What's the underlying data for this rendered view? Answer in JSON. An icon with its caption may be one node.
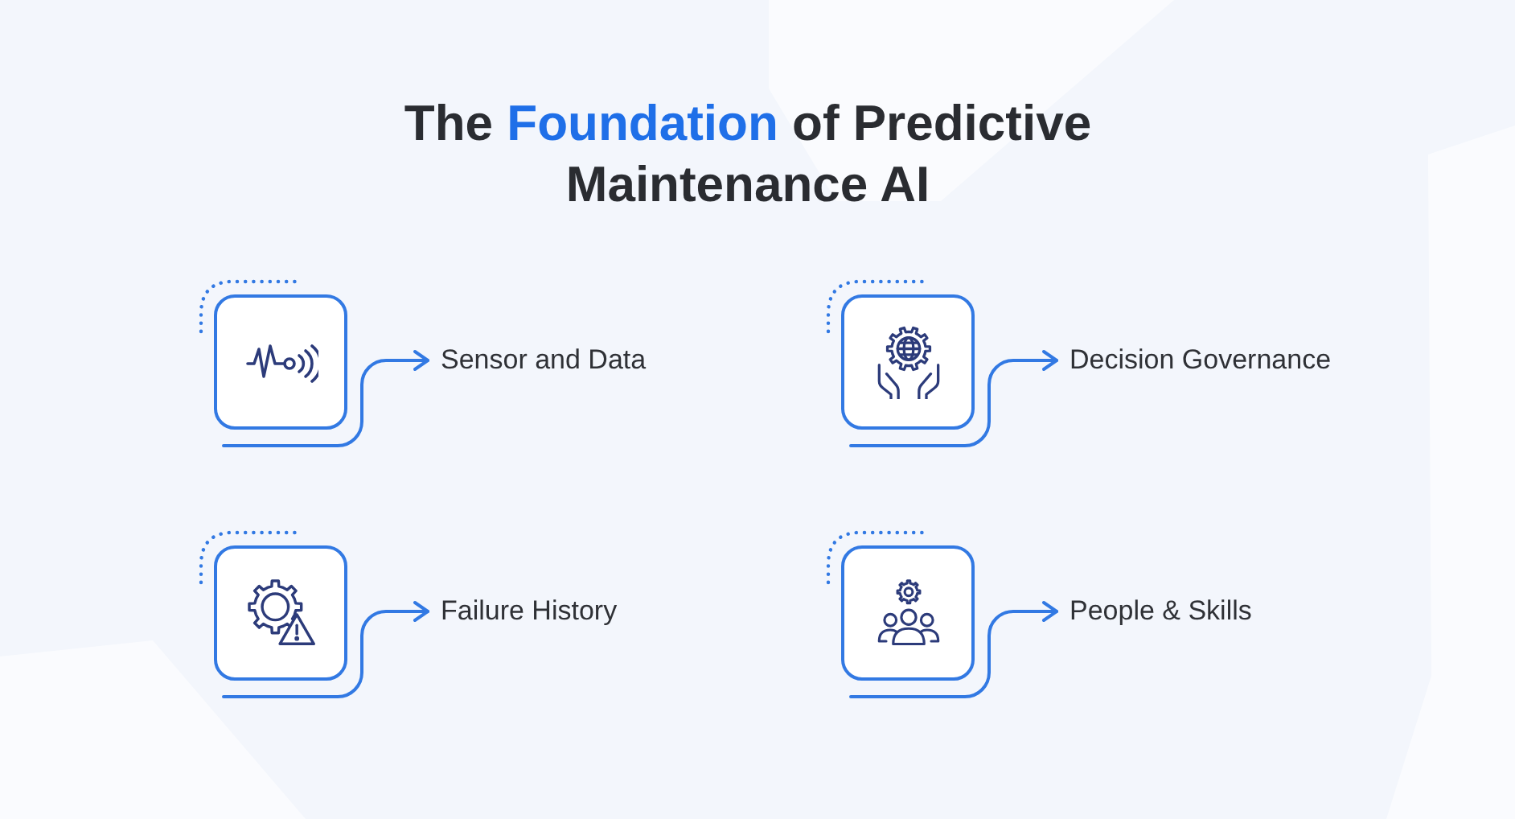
{
  "diagram": {
    "title": "The **Foundation** of Predictive Maintenance AI",
    "nodes": [
      {
        "text": [],
        "shape": "box"
      },
      {
        "text": [
          "Sensor and Data"
        ]
      },
      {
        "text": [],
        "shape": "box"
      },
      {
        "text": [
          "Decision Governance"
        ]
      },
      {
        "text": [],
        "shape": "box"
      },
      {
        "text": [
          "Failure History"
        ]
      },
      {
        "text": [],
        "shape": "box"
      },
      {
        "text": [
          "People & Skills"
        ]
      }
    ],
    "edges": [
      {
        "from": 0,
        "to": 1,
        "arrow": "to"
      },
      {
        "from": 2,
        "to": 3,
        "arrow": "to"
      },
      {
        "from": 4,
        "to": 5,
        "arrow": "to"
      },
      {
        "from": 6,
        "to": 7,
        "arrow": "to"
      }
    ]
  }
}
